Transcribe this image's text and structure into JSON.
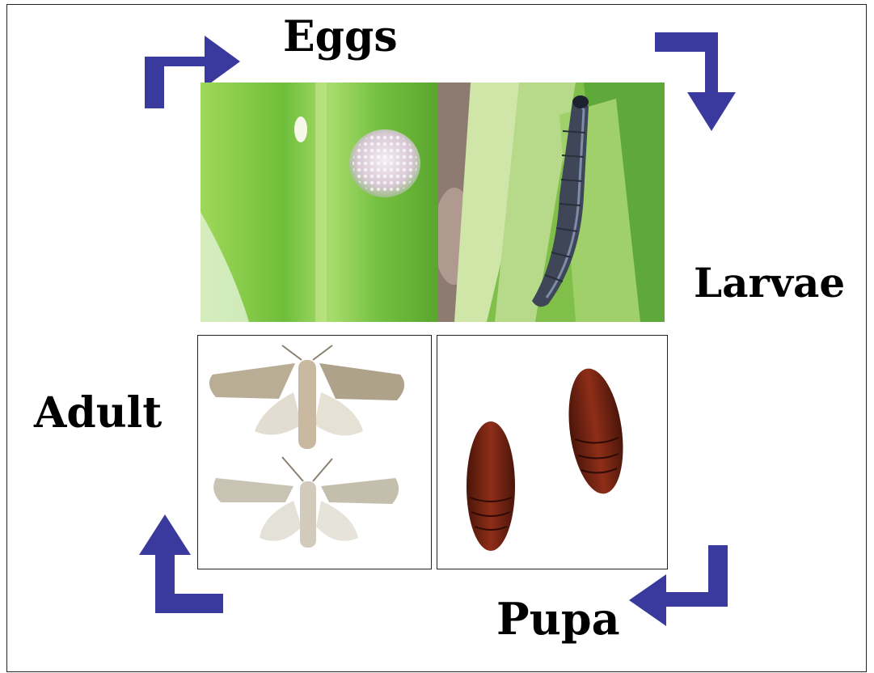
{
  "labels": {
    "eggs": "Eggs",
    "larvae": "Larvae",
    "pupa": "Pupa",
    "adult": "Adult"
  },
  "colors": {
    "arrow": "#3a3a9e",
    "frame": "#222222",
    "leaf_green": "#7cc64a",
    "pupa_brown": "#6b1f10"
  },
  "icons": {
    "arrows": [
      "arrow-up-right-icon",
      "arrow-right-down-icon",
      "arrow-down-left-icon",
      "arrow-right-up-icon"
    ]
  }
}
